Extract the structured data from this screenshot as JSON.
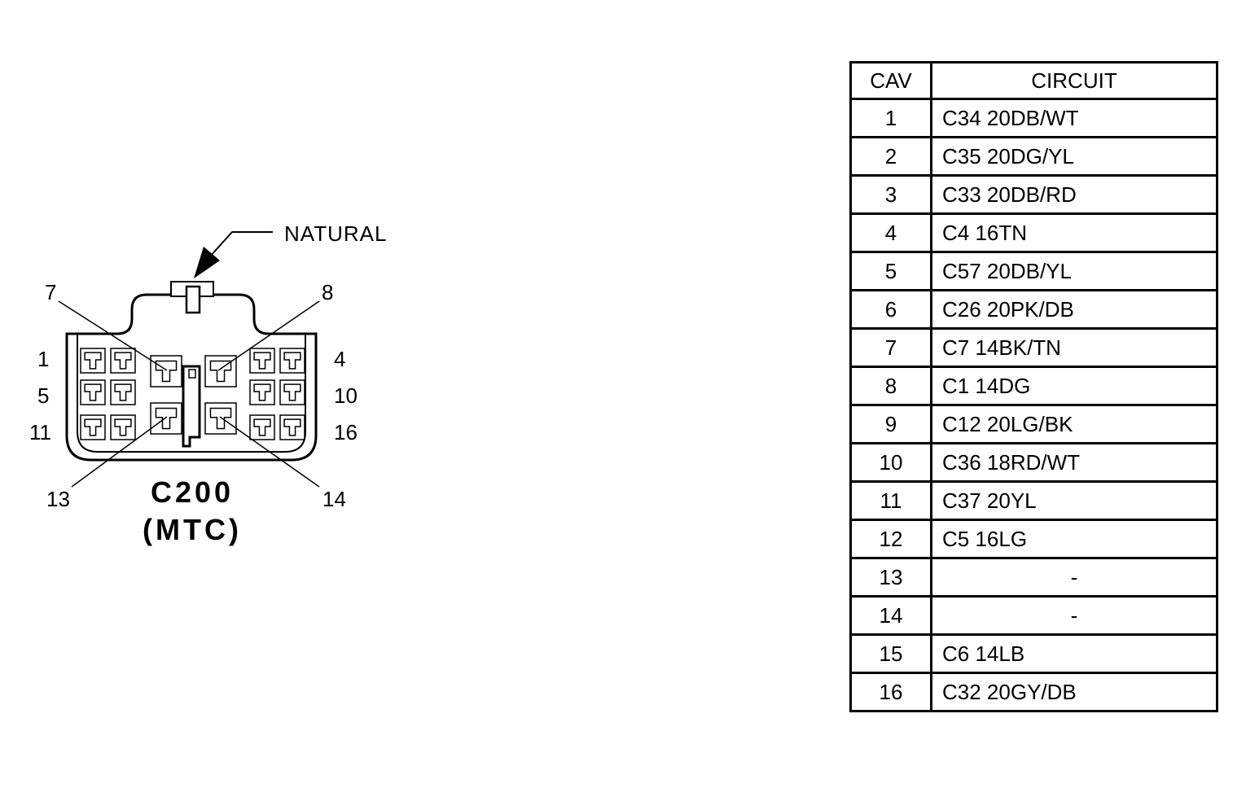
{
  "connector": {
    "name": "C200",
    "variant": "(MTC)",
    "callout": "NATURAL",
    "pin_labels": {
      "p1": "1",
      "p4": "4",
      "p5": "5",
      "p7": "7",
      "p8": "8",
      "p10": "10",
      "p11": "11",
      "p13": "13",
      "p14": "14",
      "p16": "16"
    }
  },
  "table": {
    "headers": {
      "cav": "CAV",
      "circuit": "CIRCUIT"
    },
    "rows": [
      {
        "cav": "1",
        "circuit": "C34 20DB/WT"
      },
      {
        "cav": "2",
        "circuit": "C35 20DG/YL"
      },
      {
        "cav": "3",
        "circuit": "C33 20DB/RD"
      },
      {
        "cav": "4",
        "circuit": "C4 16TN"
      },
      {
        "cav": "5",
        "circuit": "C57 20DB/YL"
      },
      {
        "cav": "6",
        "circuit": "C26 20PK/DB"
      },
      {
        "cav": "7",
        "circuit": "C7 14BK/TN"
      },
      {
        "cav": "8",
        "circuit": "C1 14DG"
      },
      {
        "cav": "9",
        "circuit": "C12 20LG/BK"
      },
      {
        "cav": "10",
        "circuit": "C36 18RD/WT"
      },
      {
        "cav": "11",
        "circuit": "C37 20YL"
      },
      {
        "cav": "12",
        "circuit": "C5 16LG"
      },
      {
        "cav": "13",
        "circuit": "-"
      },
      {
        "cav": "14",
        "circuit": "-"
      },
      {
        "cav": "15",
        "circuit": "C6 14LB"
      },
      {
        "cav": "16",
        "circuit": "C32 20GY/DB"
      }
    ]
  }
}
